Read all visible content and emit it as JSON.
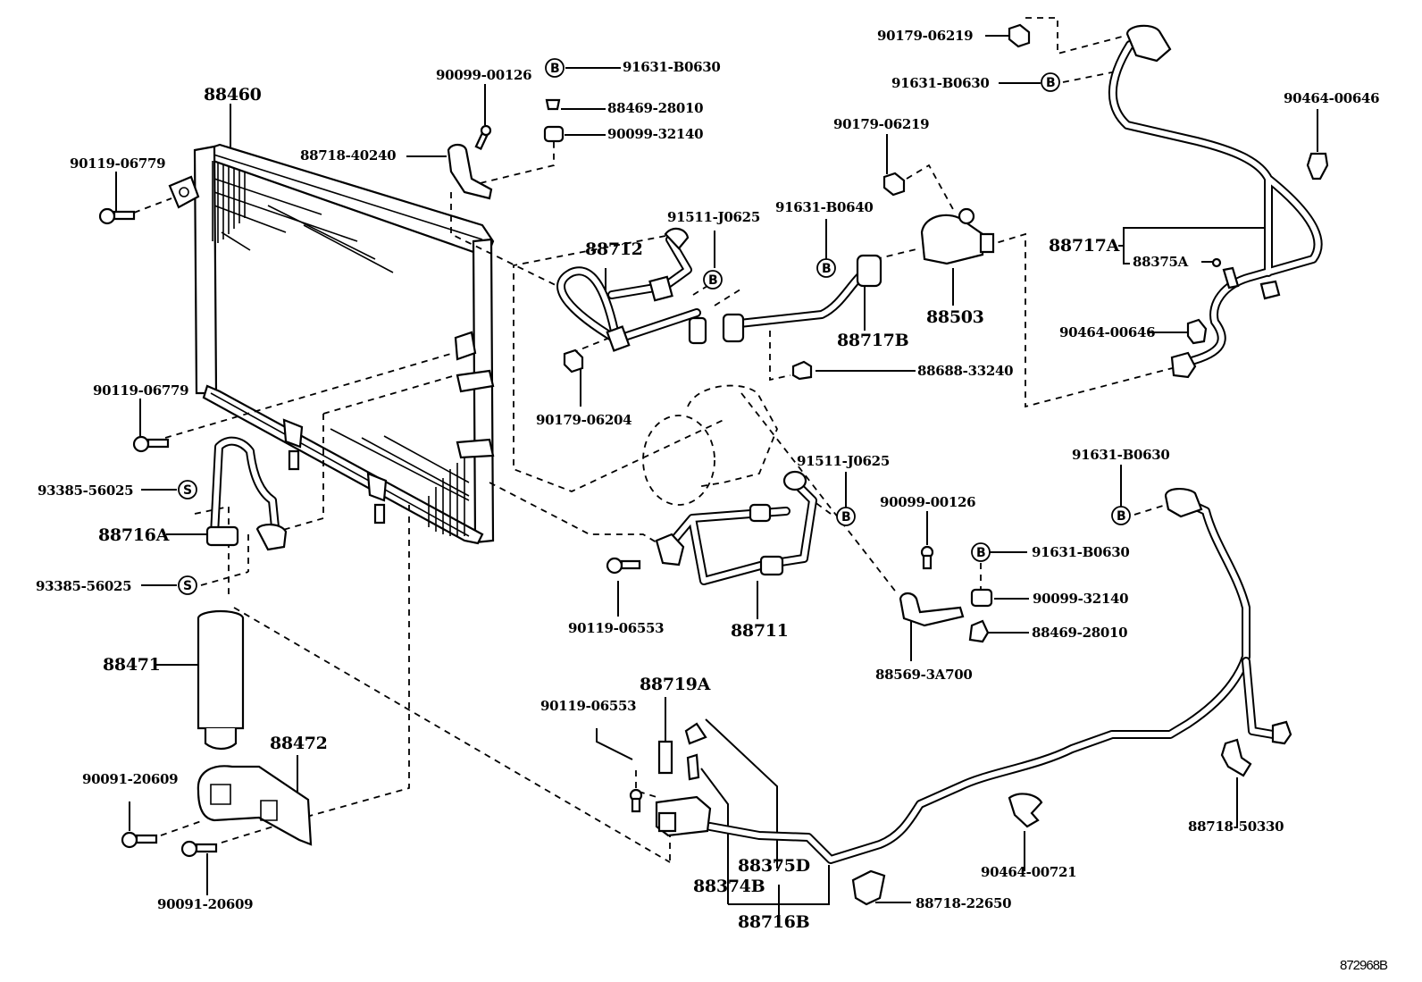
{
  "diagram": {
    "title": "",
    "reference_code": "872968B",
    "symbols": {
      "B": "B",
      "S": "S"
    },
    "labels": {
      "p88460": "88460",
      "p90119_06779_a": "90119-06779",
      "p90119_06779_b": "90119-06779",
      "p90099_00126_a": "90099-00126",
      "p91631_B0630_a": "91631-B0630",
      "p88469_28010_a": "88469-28010",
      "p90099_32140_a": "90099-32140",
      "p88718_40240": "88718-40240",
      "p90179_06219_a": "90179-06219",
      "p91631_B0630_b": "91631-B0630",
      "p90179_06219_b": "90179-06219",
      "p90464_00646_a": "90464-00646",
      "p91511_J0625_a": "91511-J0625",
      "p88712": "88712",
      "p91631_B0640": "91631-B0640",
      "p88503": "88503",
      "p88717A": "88717A",
      "p88375A": "88375A",
      "p88717B": "88717B",
      "p90464_00646_b": "90464-00646",
      "p88688_33240": "88688-33240",
      "p90179_06204": "90179-06204",
      "p93385_56025_a": "93385-56025",
      "p88716A": "88716A",
      "p93385_56025_b": "93385-56025",
      "p91511_J0625_b": "91511-J0625",
      "p91631_B0630_c": "91631-B0630",
      "p90099_00126_b": "90099-00126",
      "p91631_B0630_d": "91631-B0630",
      "p90119_06553_a": "90119-06553",
      "p88711": "88711",
      "p90099_32140_b": "90099-32140",
      "p88469_28010_b": "88469-28010",
      "p88569_3A700": "88569-3A700",
      "p88471": "88471",
      "p88719A": "88719A",
      "p90119_06553_b": "90119-06553",
      "p88472": "88472",
      "p90091_20609_a": "90091-20609",
      "p90091_20609_b": "90091-20609",
      "p88375D": "88375D",
      "p88374B": "88374B",
      "p88716B": "88716B",
      "p88718_22650": "88718-22650",
      "p90464_00721": "90464-00721",
      "p88718_50330": "88718-50330"
    }
  }
}
